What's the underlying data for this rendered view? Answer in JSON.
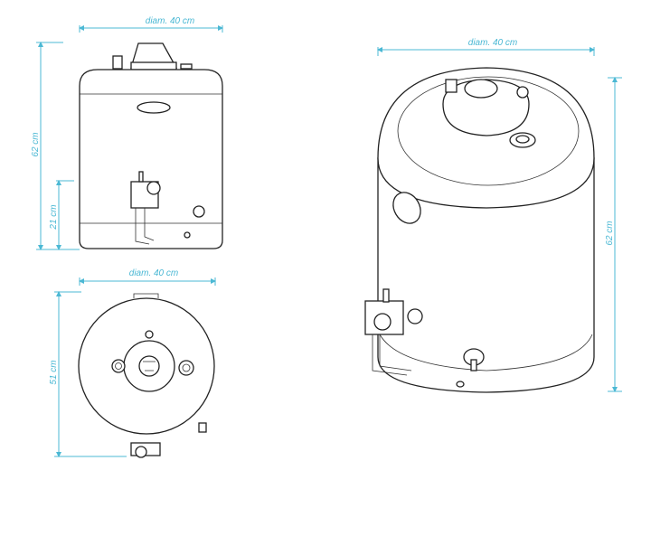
{
  "colors": {
    "dimension": "#4bb8d4",
    "outline": "#222222"
  },
  "front_view": {
    "width_label": "diam. 40 cm",
    "height_label": "62 cm",
    "valve_height_label": "21 cm"
  },
  "top_view": {
    "width_label": "diam. 40 cm",
    "depth_label": "51 cm"
  },
  "iso_view": {
    "width_label": "diam. 40 cm",
    "height_label": "62 cm"
  }
}
